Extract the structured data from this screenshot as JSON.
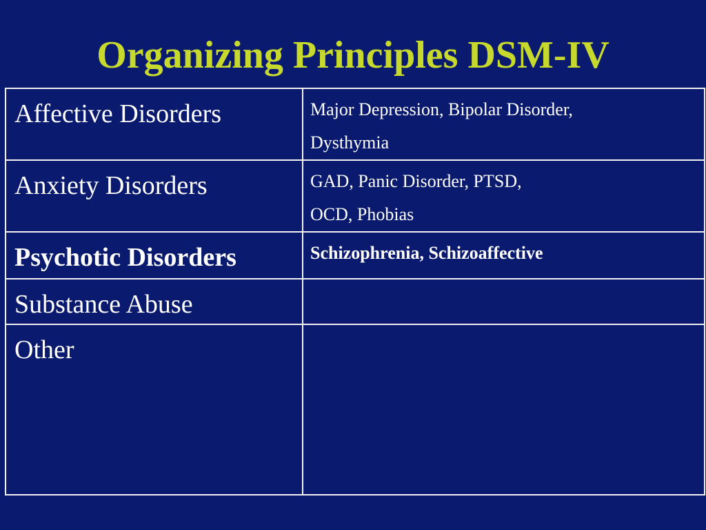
{
  "slide": {
    "title": "Organizing Principles DSM-IV",
    "colors": {
      "background": "#0a1a6e",
      "title": "#c8d92e",
      "text": "#ffffff",
      "border": "#f2f2f2"
    }
  },
  "table": {
    "rows": [
      {
        "category": "Affective Disorders",
        "examples_line1": "Major Depression, Bipolar Disorder,",
        "examples_line2": "Dysthymia",
        "bold": false
      },
      {
        "category": "Anxiety Disorders",
        "examples_line1": "GAD, Panic Disorder, PTSD,",
        "examples_line2": "OCD, Phobias",
        "bold": false
      },
      {
        "category": "Psychotic Disorders",
        "examples_line1": "Schizophrenia, Schizoaffective",
        "examples_line2": "",
        "bold": true
      },
      {
        "category": "Substance Abuse",
        "examples_line1": "",
        "examples_line2": "",
        "bold": false
      },
      {
        "category": "Other",
        "examples_line1": "",
        "examples_line2": "",
        "bold": false
      }
    ]
  }
}
